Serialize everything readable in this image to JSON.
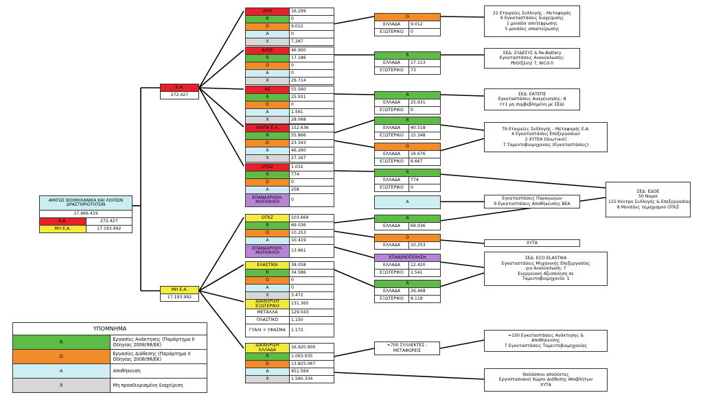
{
  "root": {
    "title": "ΑΜΙΓΩΣ ΒΙΟΜΗΧΑΝΙΚΑ ΚΑΙ ΛΟΙΠΩΝ ΔΡΑΣΤΗΡΙΟΤΗΤΩΝ",
    "total": "17.466.419",
    "rows": [
      {
        "label": "Ε.Α.",
        "value": "272.427"
      },
      {
        "label": "ΜΗ Ε.Α.",
        "value": "17.193.992"
      }
    ]
  },
  "ea": {
    "label": "Ε.Α.",
    "value": "272.427"
  },
  "mhea": {
    "label": "ΜΗ Ε.Α.",
    "value": "17.193.992"
  },
  "blocks": {
    "aym": {
      "title": "ΑΥΜ",
      "title_value": "16.299",
      "rows": [
        [
          "R",
          "0"
        ],
        [
          "D",
          "9.012"
        ],
        [
          "A",
          "0"
        ],
        [
          "X",
          "7.287"
        ]
      ]
    },
    "ahse": {
      "title": "ΑΗΣΕ",
      "title_value": "46.900",
      "rows": [
        [
          "R",
          "17.186"
        ],
        [
          "D",
          "0"
        ],
        [
          "A",
          "0"
        ],
        [
          "X",
          "29.714"
        ]
      ]
    },
    "ae": {
      "title": "ΑΕ",
      "title_value": "55.560",
      "rows": [
        [
          "R",
          "25.931"
        ],
        [
          "D",
          "0"
        ],
        [
          "A",
          "1.561"
        ],
        [
          "X",
          "28.068"
        ]
      ]
    },
    "loipa": {
      "title": "ΛΟΙΠΑ Ε.Α.",
      "title_value": "152.636",
      "rows": [
        [
          "R",
          "55.866"
        ],
        [
          "D",
          "23.343"
        ],
        [
          "A",
          "46.260"
        ],
        [
          "X",
          "27.167"
        ]
      ]
    },
    "otkz1": {
      "title": "ΟΤΚΖ",
      "title_value": "1.032",
      "rows": [
        [
          "R",
          "774"
        ],
        [
          "D",
          "0"
        ],
        [
          "A",
          "258"
        ],
        [
          "ΕΠΑΝΑΧΡΗΣΗ-ΜΟΠΟΙΗΣΗ",
          "0"
        ]
      ]
    },
    "otkz2": {
      "title": "ΟΤΚΖ",
      "title_value": "103.669",
      "rows": [
        [
          "R",
          "69.036"
        ],
        [
          "D",
          "10.253"
        ],
        [
          "A",
          "10.419"
        ],
        [
          "ΕΠΑΝΑΧΡΗΣΗ-ΜΟΠΟΙΗΣΗ",
          "13.961"
        ]
      ]
    },
    "elastika": {
      "title": "ΕΛΑΣΤΙΚΑ",
      "title_value": "38.058",
      "rows": [
        [
          "R",
          "34.586"
        ],
        [
          "D",
          "0"
        ],
        [
          "A",
          "0"
        ],
        [
          "X",
          "3.472"
        ]
      ]
    },
    "diax_ext": {
      "title": "ΔΙΑΧΕΙΡΙΣΗ ΕΞΩΤΕΡΙΚΟ",
      "title_value": "131.365",
      "rows": [
        [
          "ΜΕΤΑΛΛΑ",
          "129.043"
        ],
        [
          "ΠΛΑΣΤΙΚΟ",
          "1.150"
        ],
        [
          "ΓΥΑΛΙ + ΥΦΑΣΜΑ",
          "1.172"
        ]
      ]
    },
    "diax_ell": {
      "title": "ΔΙΑΧΕΙΡΙΣΗ ΕΛΛΑΔΑ",
      "title_value": "16.920.900",
      "rows": [
        [
          "R",
          "1.063.935"
        ],
        [
          "D",
          "13.825.067"
        ],
        [
          "A",
          "451.564"
        ],
        [
          "X",
          "1.580.334"
        ]
      ]
    }
  },
  "dest": {
    "d1": {
      "head": "D",
      "rows": [
        [
          "ΕΛΛΑΔΑ",
          "9.012"
        ],
        [
          "ΕΞΩΤΕΡΙΚΟ",
          "0"
        ]
      ]
    },
    "d2": {
      "head": "R",
      "rows": [
        [
          "ΕΛΛΑΔΑ",
          "17.113"
        ],
        [
          "ΕΞΩΤΕΡΙΚΟ",
          "73"
        ]
      ]
    },
    "d3": {
      "head": "R",
      "rows": [
        [
          "ΕΛΛΑΔΑ",
          "25.931"
        ],
        [
          "ΕΞΩΤΕΡΙΚΟ",
          "0"
        ]
      ]
    },
    "d4": {
      "head": "R",
      "rows": [
        [
          "ΕΛΛΑΔΑ",
          "40.518"
        ],
        [
          "ΕΞΩΤΕΡΙΚΟ",
          "15.348"
        ]
      ]
    },
    "d5": {
      "head": "D",
      "rows": [
        [
          "ΕΛΛΑΔΑ",
          "16.676"
        ],
        [
          "ΕΞΩΤΕΡΙΚΟ",
          "6.667"
        ]
      ]
    },
    "d6": {
      "head": "R",
      "rows": [
        [
          "ΕΛΛΑΔΑ",
          "774"
        ],
        [
          "ΕΞΩΤΕΡΙΚΟ",
          "0"
        ]
      ]
    },
    "d7": {
      "head": "A"
    },
    "d8": {
      "head": "R",
      "rows": [
        [
          "ΕΛΛΑΔΑ",
          "69.036"
        ]
      ]
    },
    "d9": {
      "head": "D",
      "rows": [
        [
          "ΕΛΛΑΔΑ",
          "10.253"
        ]
      ]
    },
    "d10": {
      "head": "ΕΠΑΝ/ΜΟΠΟΙΗΣΗ",
      "rows": [
        [
          "ΕΛΛΑΔΑ",
          "12.420"
        ],
        [
          "ΕΞΩΤΕΡΙΚΟ",
          "1.541"
        ]
      ]
    },
    "d11": {
      "head": "R",
      "rows": [
        [
          "ΕΛΛΑΔΑ",
          "26.468"
        ],
        [
          "ΕΞΩΤΕΡΙΚΟ",
          "8.118"
        ]
      ]
    },
    "d12": {
      "text": "≈700 ΣΥΛΛΕΚΤΕΣ - ΜΕΤΑΦΟΡΕΙΣ"
    }
  },
  "notes": {
    "n1": [
      "22 Εταιρείες Συλλογής - Μεταφοράς",
      "6 Εγκαταστάσεις διαχείρισης",
      "1 μονάδα αποτέφρωσης",
      "5 μονάδες αποστείρωσης"
    ],
    "n2": [
      "ΣΕΔ: ΣΥΔΕΣΥΣ & Re-Battery",
      "Εγκαταστάσεις Ανακύκλωσης:",
      "PbO(ξένη) 7, NiCd 0"
    ],
    "n3": [
      "ΣΕΔ: ΕΑΤΕΠΕ",
      "Εγκαταστάσεις Αναγέννησης: 8",
      "(+1 μη συμβεβλημένη με ΣΕΔ)"
    ],
    "n4": [
      "79 Εταιρείες Συλλογής - Μεταφοράς Ε.Α.",
      "4 Εγκαταστάσεις Επεξεργασιών",
      "2 ΧΥΤΕΑ (Ιδιωτικοί)",
      "7 Ταμεντοβιομηχανίες (Εγκαταστάσεις)"
    ],
    "n5": [
      "ΣΕΔ: ΕΔΟΕ",
      "50 Νομοί",
      "115 Κέντρα Συλλογής & Επεξεργασίας",
      "8 Μονάδες τεμαχισμού ΟΤΚΖ"
    ],
    "n6": [
      "Εγκαταστάσεις Παραγωγών",
      "9 Εγκαταστάσεις Αποθήκευσης ΒΕΑ"
    ],
    "n7": [
      "ΧΥΤΑ"
    ],
    "n8": [
      "ΣΕΔ: ECO ELASTIKA",
      "Εγκαταστάσεις Μηχανικής Επεξεργασίας",
      "για Ανακύκλωση: 7",
      "Ενεργειακή Αξιοποίηση σε",
      "Ταμεντοβιομηχανία: 1"
    ],
    "n9": [
      "≈150 Εγκαταστάσεις Ανάκτησης &",
      "Αποθήκευσης",
      "7 Εγκαταστάσεις Ταμεντοβιομηχανίας"
    ],
    "n10": [
      "Θαλάσσιοι αποδέκτες",
      "Εργοστασιακοί Χώροι Διάθεσης Αποβλήτων",
      "ΧΥΤΑ"
    ]
  },
  "legend": {
    "title": "ΥΠΟΜΝΗΜΑ",
    "items": [
      {
        "sym": "R",
        "text": "Εργασίες Ανάκτησης (Παράρτημα ΙΙ Οδηγίας 2008/98/ΕΚ)",
        "color": "#5dbb46"
      },
      {
        "sym": "D",
        "text": "Εργασίες Διάθεσης (Παράρτημα ΙΙ Οδηγίας 2008/98/ΕΚ)",
        "color": "#f28c28"
      },
      {
        "sym": "A",
        "text": "Αποθήκευση",
        "color": "#cfeef3"
      },
      {
        "sym": "X",
        "text": "Μη προσδιορισμένη διαχείριση",
        "color": "#d7d7d7"
      }
    ]
  }
}
